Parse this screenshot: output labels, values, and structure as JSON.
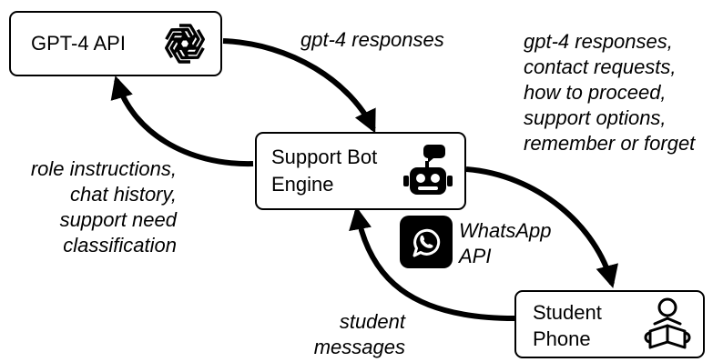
{
  "nodes": {
    "gpt4_api": {
      "label": "GPT-4 API",
      "icon": "openai-logo-icon"
    },
    "support_bot_engine": {
      "label_line1": "Support Bot",
      "label_line2": "Engine",
      "icon": "robot-icon"
    },
    "student_phone": {
      "label_line1": "Student",
      "label_line2": "Phone",
      "icon": "student-reading-icon"
    }
  },
  "edge_labels": {
    "gpt4_to_engine": "gpt-4 responses",
    "engine_to_gpt4": [
      "role instructions,",
      "chat history,",
      "support need",
      "classification"
    ],
    "engine_to_phone": [
      "gpt-4 responses,",
      "contact requests,",
      "how to proceed,",
      "support options,",
      "remember or forget"
    ],
    "phone_to_engine": [
      "student",
      "messages"
    ],
    "channel": [
      "WhatsApp",
      "API"
    ]
  },
  "channel_icon": "whatsapp-logo-icon"
}
